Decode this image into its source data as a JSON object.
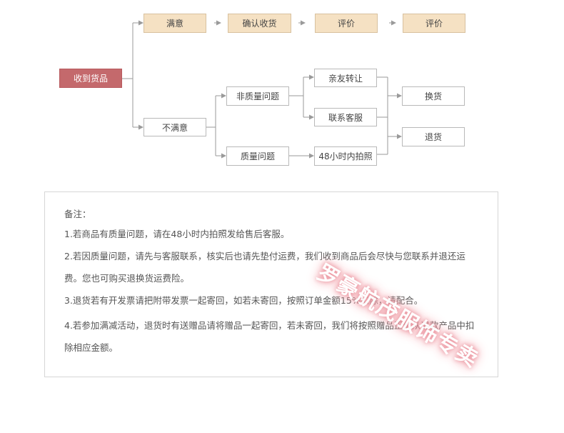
{
  "flow": {
    "start": "收到货品",
    "satisfied": "满意",
    "confirm_receipt": "确认收货",
    "review": "评价",
    "review_final": "评价",
    "unsatisfied": "不满意",
    "non_quality_issue": "非质量问题",
    "quality_issue": "质量问题",
    "gift_to_friend": "亲友转让",
    "contact_service": "联系客服",
    "photo_48h": "48小时内拍照",
    "exchange": "换货",
    "return": "退货"
  },
  "notes": {
    "heading": "备注：",
    "items": [
      "1.若商品有质量问题，请在48小时内拍照发给售后客服。",
      "2.若因质量问题，请先与客服联系，核实后也请先垫付运费，我们收到商品后会尽快与您联系并退还运费。您也可购买退换货运费险。",
      "3.退货若有开发票请把附带发票一起寄回，如若未寄回，按照订单金额15%扣除，请配合。",
      "4.若参加满减活动，退货时有送赠品请将赠品一起寄回，若未寄回，我们将按照赠品正价从退款产品中扣除相应金额。"
    ]
  },
  "watermark": "罗豪航茂服饰专卖",
  "colors": {
    "start_fill": "#c4696c",
    "top_row_fill": "#f5e1c3",
    "outline": "#b9b9b9",
    "connector": "#9a9a9a",
    "watermark_glow": "#e88a95"
  }
}
